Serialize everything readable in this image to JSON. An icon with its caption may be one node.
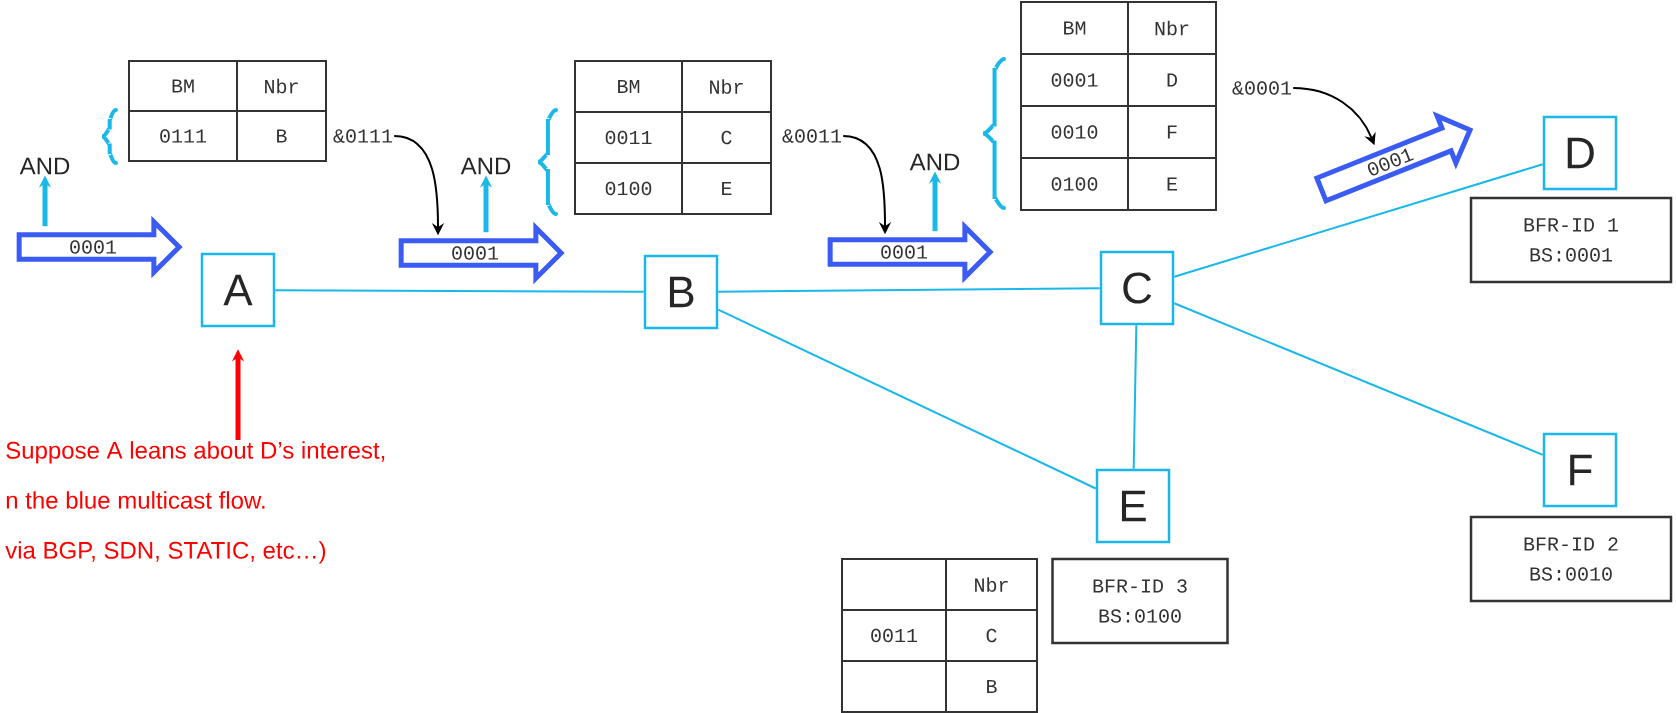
{
  "diagram": {
    "nodes": [
      {
        "text": [
          "A"
        ]
      },
      {
        "text": [
          "B"
        ]
      },
      {
        "text": [
          "C"
        ]
      },
      {
        "text": [
          "D"
        ]
      },
      {
        "text": [
          "E"
        ]
      },
      {
        "text": [
          "F"
        ]
      },
      {
        "text": [
          "BFR-ID 1",
          "BS:0001"
        ]
      },
      {
        "text": [
          "BFR-ID 2",
          "BS:0010"
        ]
      },
      {
        "text": [
          "BFR-ID 3",
          "BS:0100"
        ]
      },
      {
        "text": [
          "0001"
        ]
      },
      {
        "text": [
          "0001"
        ]
      },
      {
        "text": [
          "0001"
        ]
      },
      {
        "text": [
          "0001"
        ]
      },
      {
        "text": [
          "AND"
        ]
      },
      {
        "text": [
          "AND"
        ]
      },
      {
        "text": [
          "AND"
        ]
      },
      {
        "text": [
          "&0111"
        ]
      },
      {
        "text": [
          "&0011"
        ]
      },
      {
        "text": [
          "&0001"
        ]
      },
      {
        "text": [
          "Suppose A leans about D’s interest,",
          "n the blue multicast flow.",
          "via BGP, SDN, STATIC,  etc…)"
        ]
      }
    ],
    "edges": [
      {
        "from": 0,
        "to": 1,
        "arrow": "none"
      },
      {
        "from": 1,
        "to": 2,
        "arrow": "none"
      },
      {
        "from": 1,
        "to": 4,
        "arrow": "none"
      },
      {
        "from": 2,
        "to": 3,
        "arrow": "none"
      },
      {
        "from": 2,
        "to": 4,
        "arrow": "none"
      },
      {
        "from": 2,
        "to": 5,
        "arrow": "none"
      },
      {
        "from": 9,
        "to": 13,
        "arrow": "to",
        "style": "thick"
      },
      {
        "from": 10,
        "to": 14,
        "arrow": "to",
        "style": "thick"
      },
      {
        "from": 11,
        "to": 15,
        "arrow": "to",
        "style": "thick"
      },
      {
        "from": 16,
        "to": 10,
        "arrow": "to",
        "color": "#000000"
      },
      {
        "from": 17,
        "to": 11,
        "arrow": "to",
        "color": "#000000"
      },
      {
        "from": 18,
        "to": 12,
        "arrow": "to",
        "color": "#000000"
      },
      {
        "from": 19,
        "to": 0,
        "arrow": "to",
        "style": "thick",
        "color": "#ff0000"
      }
    ],
    "labels": [
      "BM",
      "Nbr",
      "0111",
      "B",
      "BM",
      "Nbr",
      "0011",
      "C",
      "0100",
      "E",
      "BM",
      "Nbr",
      "0001",
      "D",
      "0010",
      "F",
      "0100",
      "E",
      "Nbr",
      "0011",
      "C",
      "B"
    ]
  }
}
